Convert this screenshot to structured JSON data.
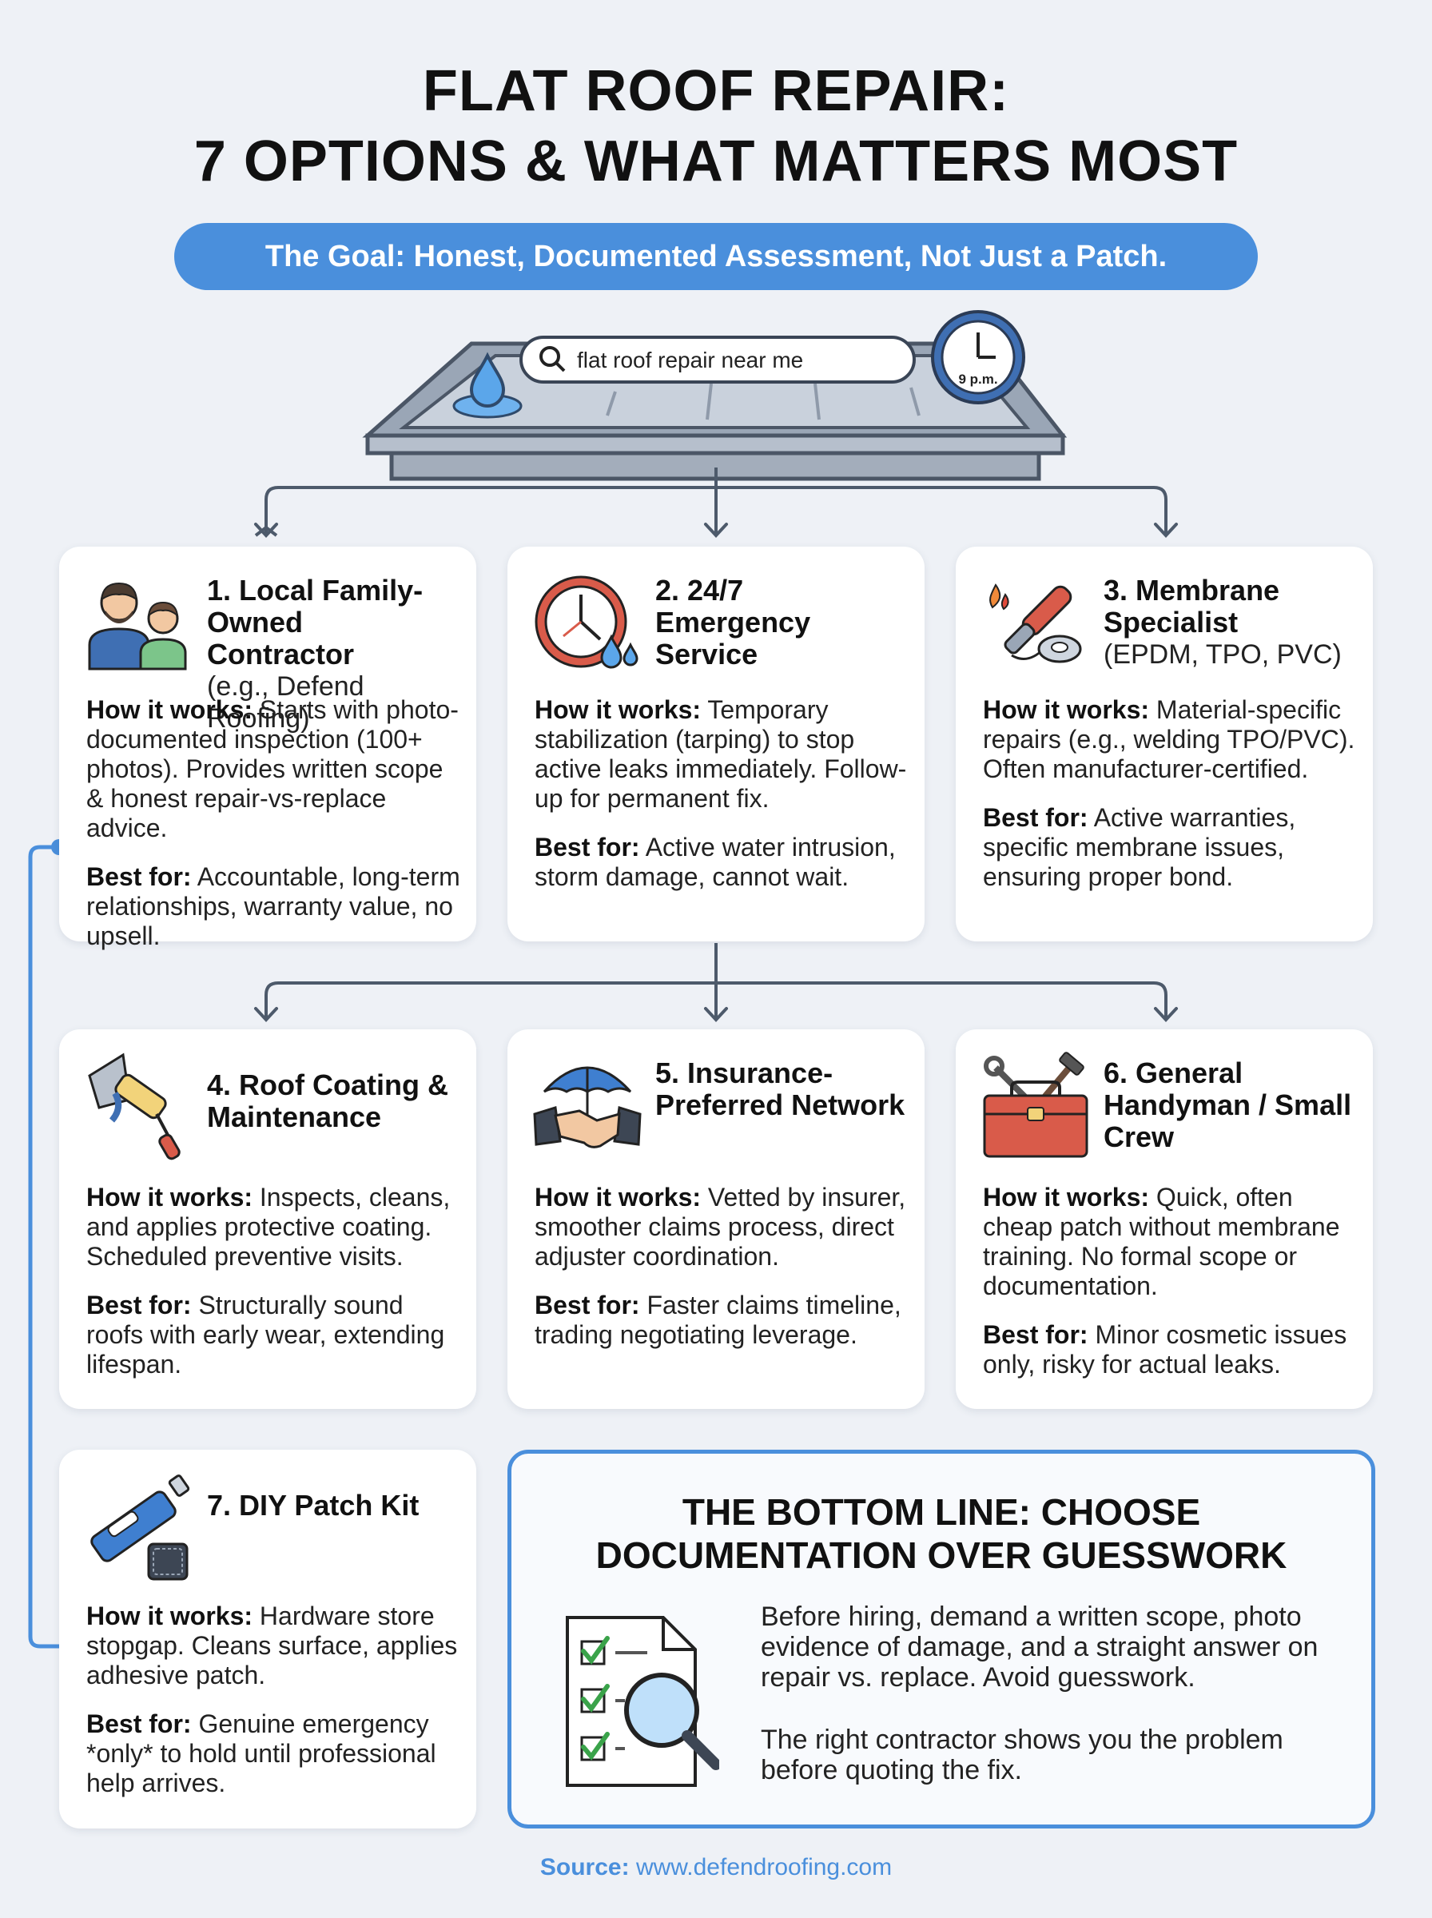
{
  "header": {
    "title_line1": "FLAT ROOF REPAIR:",
    "title_line2": "7 OPTIONS & WHAT MATTERS MOST",
    "goal": "The Goal: Honest, Documented Assessment, Not Just a Patch."
  },
  "hero": {
    "search_query": "flat roof repair near me",
    "clock_label": "9 p.m."
  },
  "options": [
    {
      "title": "1. Local Family-Owned Contractor",
      "subtitle": "(e.g., Defend Roofing)",
      "how_label": "How it works:",
      "how": "Starts with photo-documented inspection (100+ photos). Provides written scope & honest repair-vs-replace advice.",
      "best_label": "Best for:",
      "best": "Accountable, long-term relationships, warranty value, no upsell."
    },
    {
      "title": "2. 24/7 Emergency Service",
      "subtitle": "",
      "how_label": "How it works:",
      "how": "Temporary stabilization (tarping) to stop active leaks immediately. Follow-up for permanent fix.",
      "best_label": "Best for:",
      "best": "Active water intrusion, storm damage, cannot wait."
    },
    {
      "title": "3. Membrane Specialist",
      "subtitle": "(EPDM, TPO, PVC)",
      "how_label": "How it works:",
      "how": "Material-specific repairs (e.g., welding TPO/PVC). Often manufacturer-certified.",
      "best_label": "Best for:",
      "best": "Active warranties, specific membrane issues, ensuring proper bond."
    },
    {
      "title": "4. Roof Coating & Maintenance",
      "subtitle": "",
      "how_label": "How it works:",
      "how": "Inspects, cleans, and applies protective coating. Scheduled preventive visits.",
      "best_label": "Best for:",
      "best": "Structurally sound roofs with early wear, extending lifespan."
    },
    {
      "title": "5. Insurance-Preferred Network",
      "subtitle": "",
      "how_label": "How it works:",
      "how": "Vetted by insurer, smoother claims process, direct adjuster coordination.",
      "best_label": "Best for:",
      "best": "Faster claims timeline, trading negotiating leverage."
    },
    {
      "title": "6. General Handyman / Small Crew",
      "subtitle": "",
      "how_label": "How it works:",
      "how": "Quick, often cheap patch without membrane training. No formal scope or documentation.",
      "best_label": "Best for:",
      "best": "Minor cosmetic issues only, risky for actual leaks."
    },
    {
      "title": "7. DIY Patch Kit",
      "subtitle": "",
      "how_label": "How it works:",
      "how": "Hardware store stopgap. Cleans surface, applies adhesive patch.",
      "best_label": "Best for:",
      "best": "Genuine emergency *only* to hold until professional help arrives."
    }
  ],
  "bottom_line": {
    "heading_line1": "THE BOTTOM LINE: CHOOSE",
    "heading_line2": "DOCUMENTATION OVER GUESSWORK",
    "para1": "Before hiring, demand a written scope, photo evidence of damage, and a straight answer on repair vs. replace. Avoid guesswork.",
    "para2": "The right contractor shows you the problem before quoting the fix."
  },
  "footer": {
    "source_label": "Source:",
    "source_url": "www.defendroofing.com"
  },
  "colors": {
    "accent": "#4a8fdc",
    "background": "#eef1f6",
    "card": "#ffffff",
    "connector": "#4d5a6b"
  }
}
